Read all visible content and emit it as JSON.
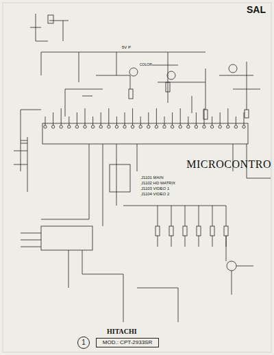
{
  "diagram": {
    "title": "HITACHI",
    "nodes": [
      {
        "text": [
          "1"
        ]
      },
      {
        "text": [
          "MOD.: CPT-2933SR"
        ]
      }
    ],
    "labels": [
      "SAL",
      "MICROCONTRO",
      "J1101 MAIN",
      "J1102 HD MATRIX",
      "J1103 VIDEO 1",
      "J1104 VIDEO 2",
      "5V P",
      "COLOR"
    ]
  }
}
